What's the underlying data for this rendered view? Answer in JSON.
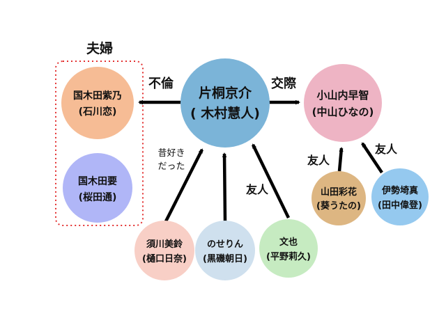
{
  "colors": {
    "center": "#7bb4d8",
    "lover": "#eeb4c4",
    "wife": "#f6bc95",
    "husband": "#b0b6f7",
    "ex": "#f8cfc6",
    "friend_blue": "#cfe0ee",
    "friend_green": "#c6ebc1",
    "friend_tan": "#ddb682",
    "friend_sky": "#95c9ef",
    "arrow": "#000000",
    "group_border": "#e33030"
  },
  "group": {
    "label": "夫婦"
  },
  "nodes": {
    "center": {
      "role": "片桐京介",
      "actor": "( 木村慧人)"
    },
    "lover": {
      "role": "小山内早智",
      "actor": "(中山ひなの)"
    },
    "wife": {
      "role": "国木田紫乃",
      "actor": "(石川恋)"
    },
    "husband": {
      "role": "国木田要",
      "actor": "(桜田通)"
    },
    "ex": {
      "role": "須川美鈴",
      "actor": "(樋口日奈)"
    },
    "friend_noseri": {
      "role": "のせりん",
      "actor": "(黒磯朝日)"
    },
    "friend_bunya": {
      "role": "文也",
      "actor": "(平野莉久)"
    },
    "friend_yamada": {
      "role": "山田彩花",
      "actor": "(葵うたの)"
    },
    "friend_ise": {
      "role": "伊勢埼真",
      "actor": "(田中偉登)"
    }
  },
  "edges": {
    "affair": "不倫",
    "dating": "交際",
    "liked_line1": "昔好き",
    "liked_line2": "だった",
    "friend": "友人"
  }
}
